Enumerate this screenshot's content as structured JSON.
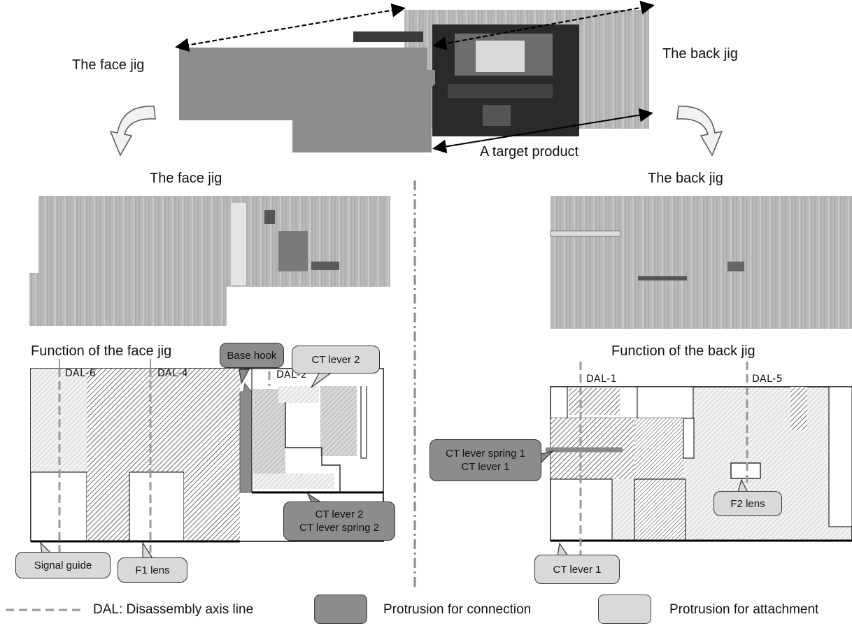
{
  "top": {
    "face_jig_label": "The face jig",
    "back_jig_label": "The back jig",
    "target_label": "A target product"
  },
  "left": {
    "title": "The face jig",
    "function_title": "Function of the face jig",
    "dals": [
      "DAL-6",
      "DAL-4",
      "DAL-2"
    ],
    "callouts": {
      "base_hook": "Base hook",
      "ct_lever_2": "CT lever 2",
      "ct_lever_2_spring_line1": "CT lever 2",
      "ct_lever_2_spring_line2": "CT lever spring 2",
      "signal_guide": "Signal guide",
      "f1_lens": "F1 lens"
    }
  },
  "right": {
    "title": "The back jig",
    "function_title": "Function of the back jig",
    "dals": [
      "DAL-1",
      "DAL-5"
    ],
    "callouts": {
      "ct_lever_spring_1_line1": "CT lever spring 1",
      "ct_lever_spring_1_line2": "CT lever 1",
      "f2_lens": "F2 lens",
      "ct_lever_1": "CT lever 1"
    }
  },
  "legend": {
    "dal": "DAL: Disassembly axis line",
    "connection": "Protrusion for connection",
    "attachment": "Protrusion for attachment"
  },
  "colors": {
    "connection": "#8c8c8c",
    "attachment": "#d9d9d9",
    "dal_line": "#999999"
  }
}
